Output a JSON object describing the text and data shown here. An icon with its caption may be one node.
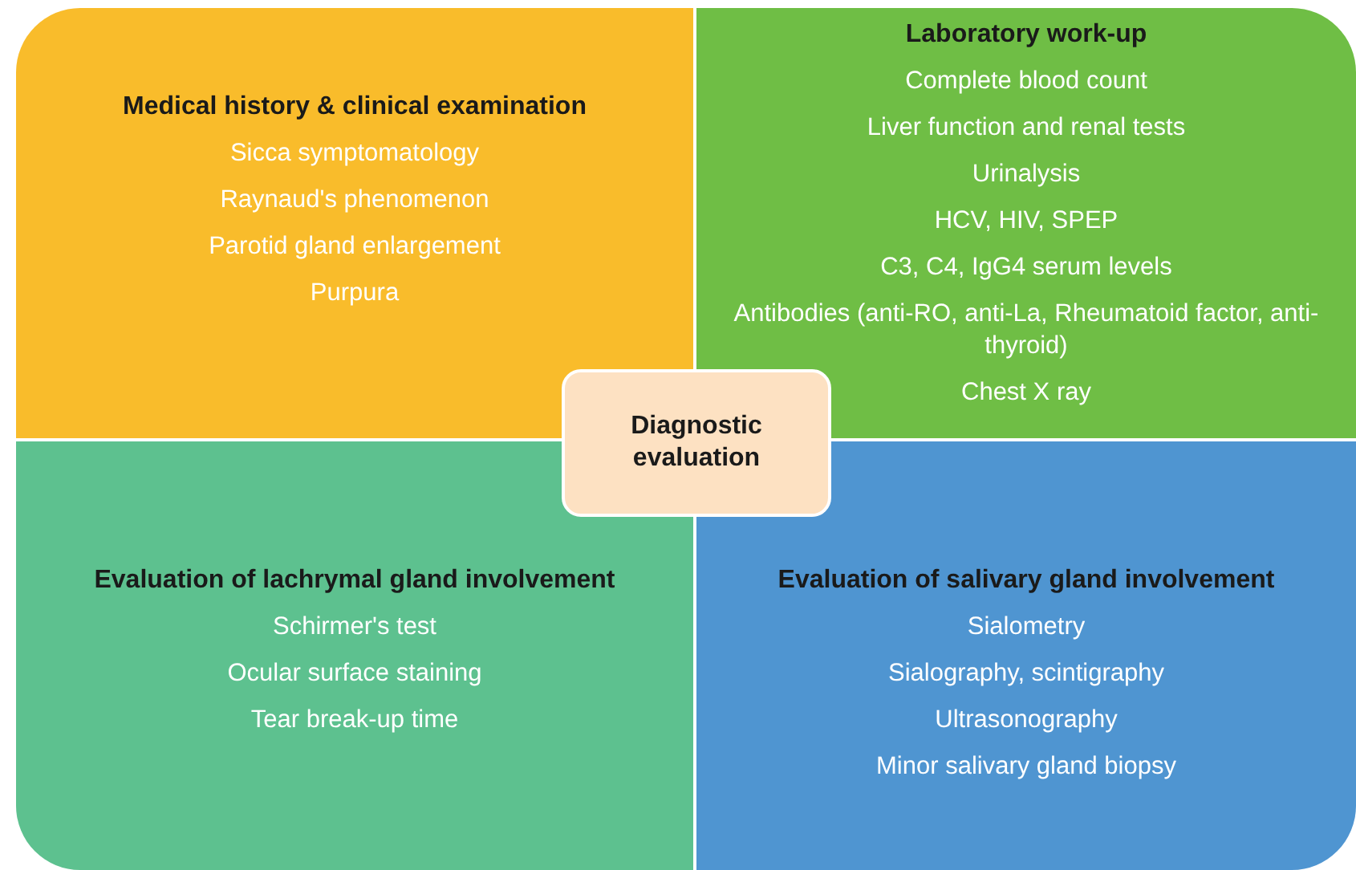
{
  "diagram": {
    "nodes": [
      {
        "text": [
          "Medical history & clinical examination",
          "Sicca symptomatology",
          "Raynaud's phenomenon",
          "Parotid gland enlargement",
          "Purpura"
        ]
      },
      {
        "text": [
          "Laboratory work-up",
          "Complete blood count",
          "Liver function and renal tests",
          "Urinalysis",
          "HCV, HIV, SPEP",
          "C3, C4, IgG4 serum levels",
          "Antibodies (anti-RO, anti-La, Rheumatoid factor, anti-thyroid)",
          "Chest X ray"
        ]
      },
      {
        "text": [
          "Diagnostic evaluation"
        ]
      },
      {
        "text": [
          "Evaluation of lachrymal gland involvement",
          "Schirmer's test",
          "Ocular surface staining",
          "Tear break-up time"
        ]
      },
      {
        "text": [
          "Evaluation of salivary gland involvement",
          "Sialometry",
          "Sialography, scintigraphy",
          "Ultrasonography",
          "Minor salivary gland biopsy"
        ]
      }
    ]
  }
}
